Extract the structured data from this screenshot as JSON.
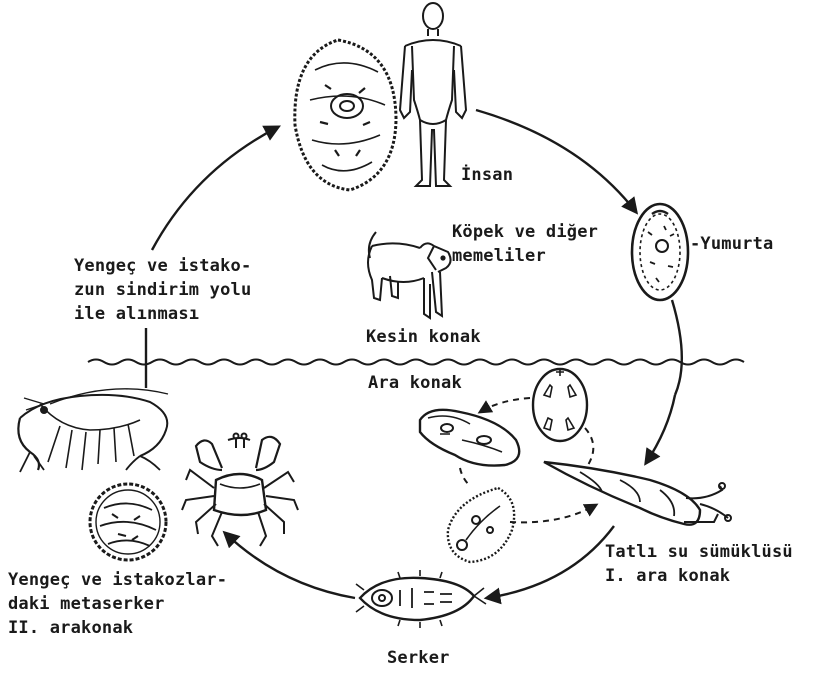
{
  "labels": {
    "insan": "İnsan",
    "kopek_line1": "Köpek ve diğer",
    "kopek_line2": "memeliler",
    "yumurta": "-Yumurta",
    "yengec_yolu_line1": "Yengeç ve istako-",
    "yengec_yolu_line2": "zun sindirim yolu",
    "yengec_yolu_line3": "ile alınması",
    "kesin_konak": "Kesin konak",
    "ara_konak": "Ara konak",
    "tatli_su_line1": "Tatlı su sümüklüsü",
    "tatli_su_line2": "I. ara konak",
    "metaserker_line1": "Yengeç ve istakozlar-",
    "metaserker_line2": "daki metaserker",
    "metaserker_line3": "II. arakonak",
    "serker": "Serker"
  },
  "colors": {
    "ink": "#1a1a1a",
    "background": "#ffffff"
  },
  "icons": [
    "human-figure-icon",
    "adult-fluke-icon",
    "dog-icon",
    "egg-icon",
    "snail-icon",
    "sporocyst-icon",
    "redia-icon",
    "miracidium-icon",
    "cercaria-icon",
    "crab-icon",
    "crayfish-icon",
    "metacercaria-icon"
  ]
}
